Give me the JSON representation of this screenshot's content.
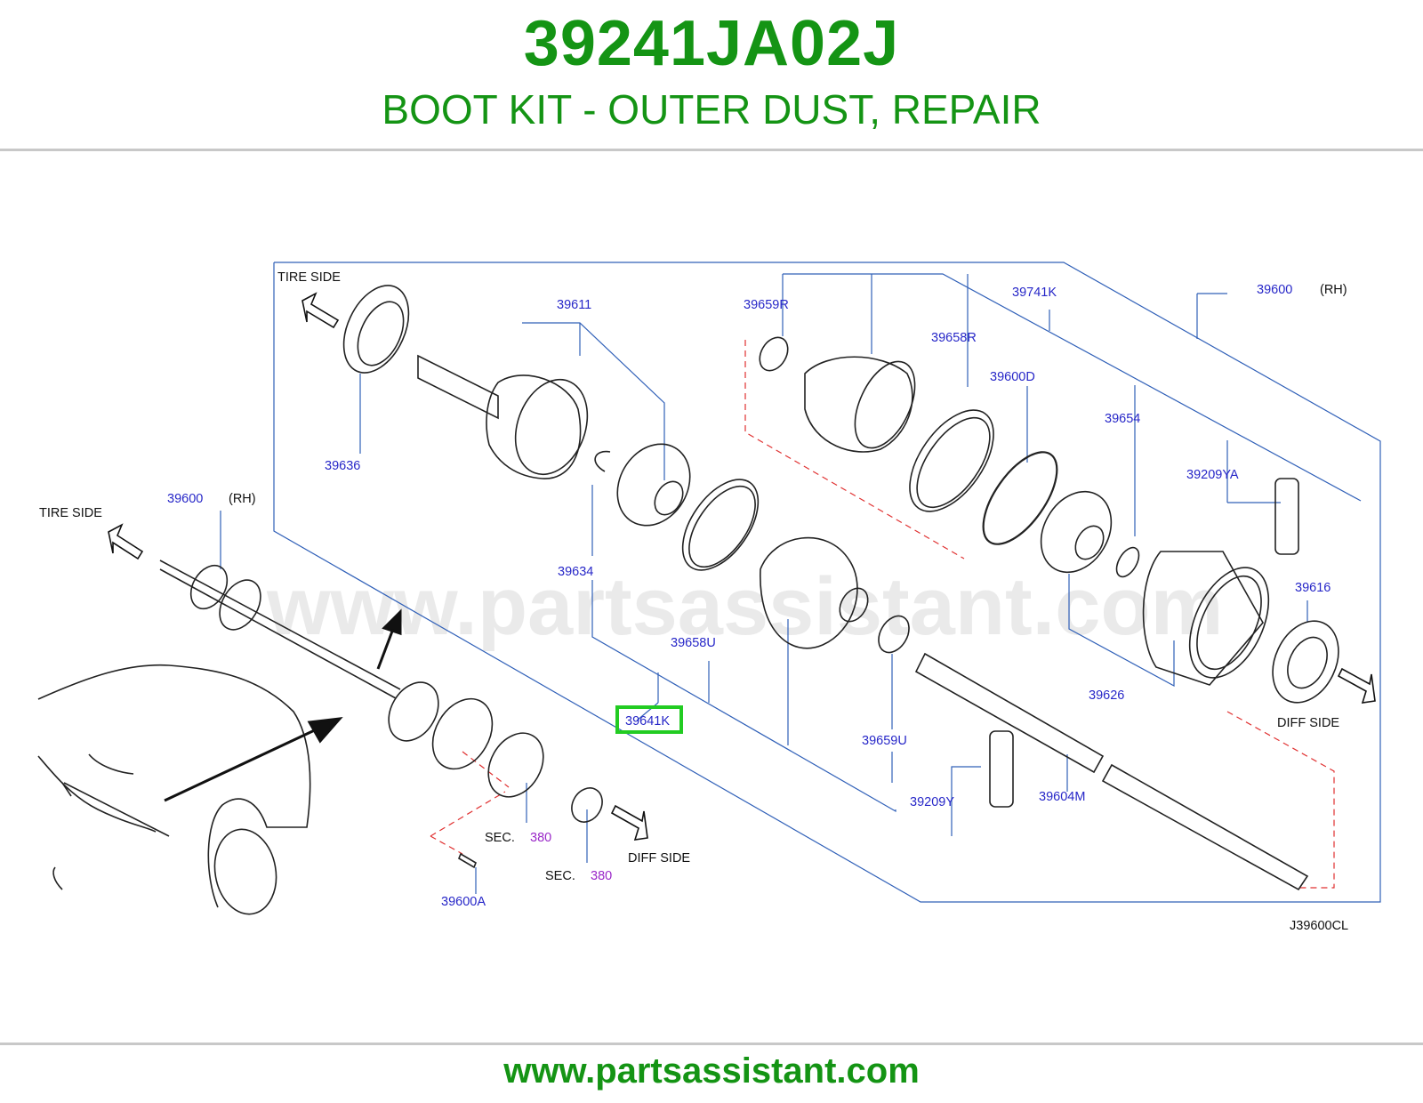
{
  "header": {
    "part_number": "39241JA02J",
    "description": "BOOT KIT - OUTER DUST, REPAIR"
  },
  "diagram": {
    "watermark": "www.partsassistant.com",
    "code": "J39600CL",
    "direction_labels": {
      "tire_side": "TIRE   SIDE",
      "diff_side": "DIFF   SIDE"
    },
    "highlight_part": "39641K",
    "parts": {
      "p39600_rh_right": "39600",
      "rh_right": "(RH)",
      "p39600_rh_left": "39600",
      "rh_left": "(RH)",
      "p39611": "39611",
      "p39636": "39636",
      "p39634": "39634",
      "p39658U": "39658U",
      "p39641K": "39641K",
      "p39659R": "39659R",
      "p39741K": "39741K",
      "p39658R": "39658R",
      "p39600D": "39600D",
      "p39654": "39654",
      "p39209YA": "39209YA",
      "p39616": "39616",
      "p39626": "39626",
      "p39659U": "39659U",
      "p39209Y": "39209Y",
      "p39604M": "39604M",
      "p39600A": "39600A"
    },
    "section_refs": {
      "sec_label_1": "SEC.",
      "sec_num_1": "380",
      "sec_label_2": "SEC.",
      "sec_num_2": "380"
    }
  },
  "footer": {
    "url": "www.partsassistant.com"
  },
  "colors": {
    "brand_green": "#149414",
    "callout_blue": "#2727c8",
    "section_purple": "#9a28c8",
    "highlight_green": "#22cc22",
    "dashed_red": "#e03030"
  }
}
